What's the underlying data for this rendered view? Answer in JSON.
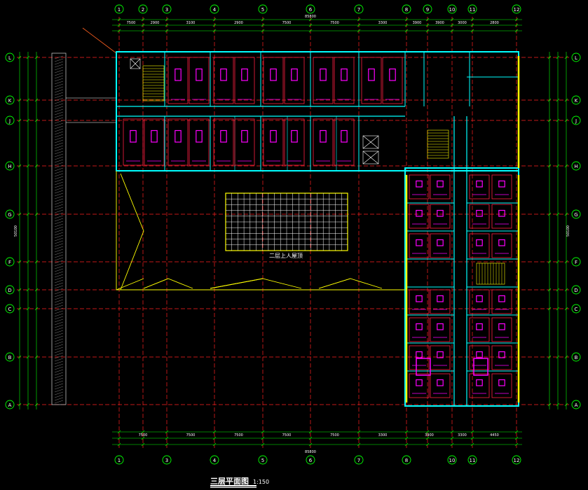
{
  "drawing": {
    "title": "三层平面图",
    "scale": "1:150",
    "roof_label": "二层上人屋顶"
  },
  "axes": {
    "columns": [
      "1",
      "2",
      "3",
      "4",
      "5",
      "6",
      "7",
      "8",
      "9",
      "10",
      "11",
      "12"
    ],
    "rows": [
      "L",
      "K",
      "J",
      "H",
      "G",
      "F",
      "D",
      "C",
      "B",
      "A"
    ]
  },
  "dimensions": {
    "overall_horizontal": "85800",
    "overall_vertical": "50100",
    "bays_top": [
      "7500",
      "2900",
      "3100",
      "2900",
      "7500",
      "7500",
      "3300",
      "3900",
      "3900",
      "3000",
      "2800"
    ],
    "bays_bottom": [
      "7500",
      "7500",
      "7500",
      "7500",
      "7500",
      "3300",
      "3900",
      "3300",
      "4450"
    ]
  },
  "colors": {
    "background": "#000000",
    "axis_line": "#ff2020",
    "dimension_line": "#00ff00",
    "wall": "#00ffff",
    "roof_outline": "#ffff00",
    "room_fill": "#ff00ff",
    "bubble": "#00ff00",
    "text": "#ffffff"
  }
}
